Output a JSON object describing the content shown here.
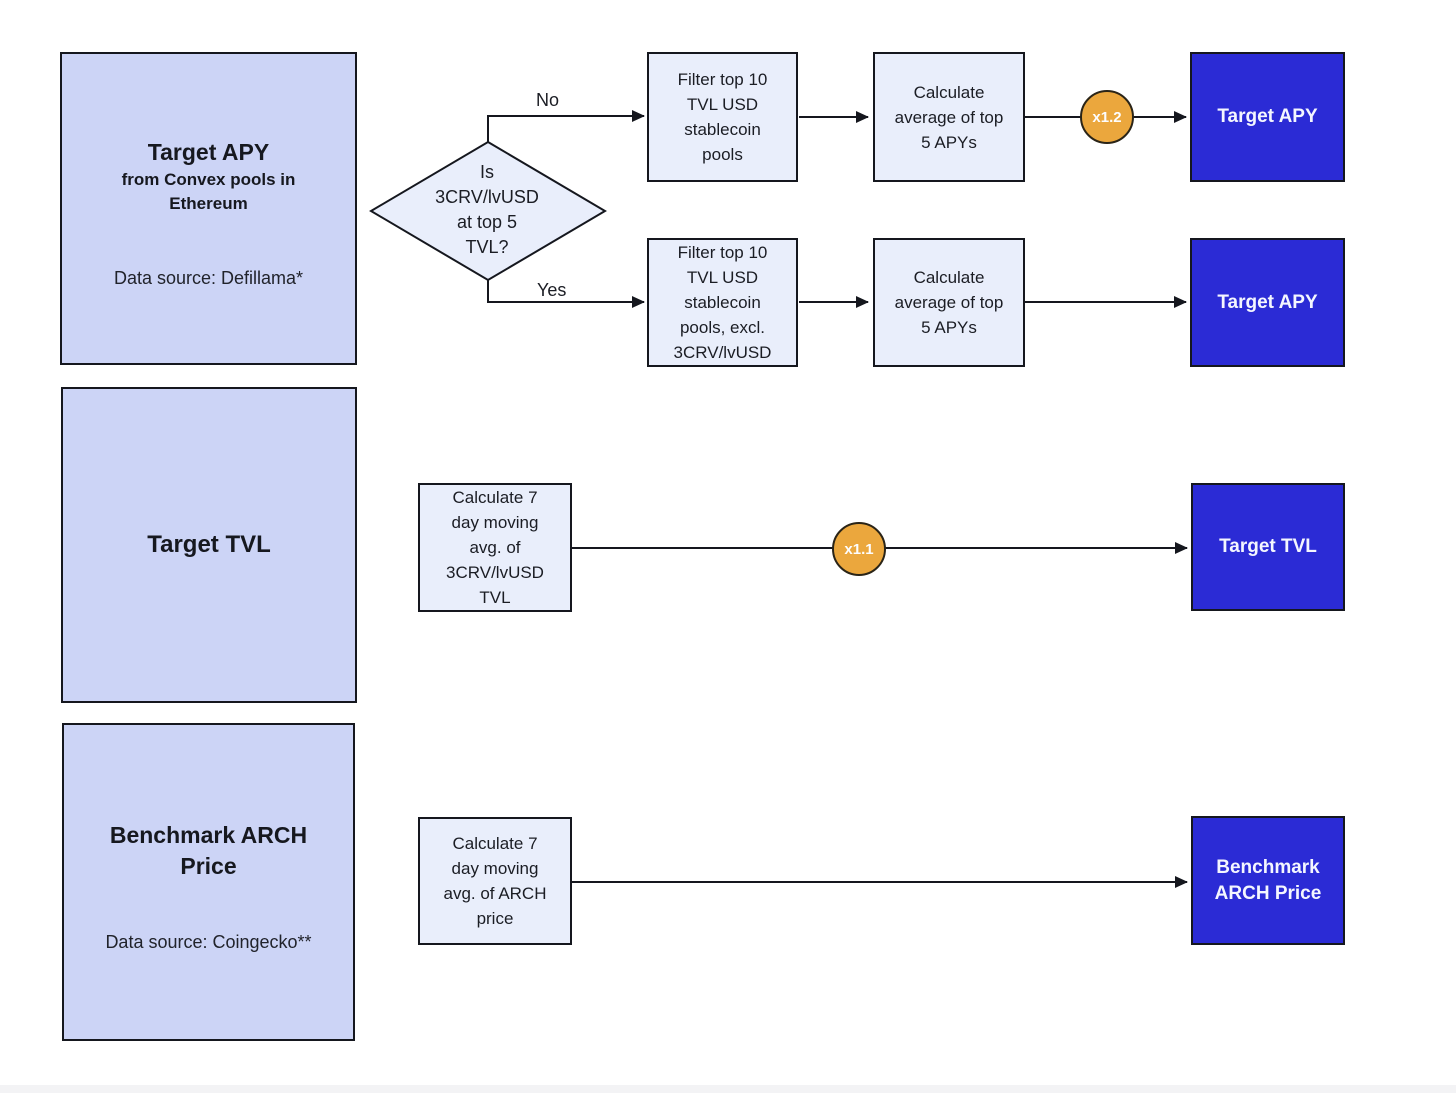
{
  "palette": {
    "source_box_fill": "#ccd4f6",
    "process_box_fill": "#e9eefb",
    "output_box_fill": "#2b2bd5",
    "multiplier_fill": "#eba73d",
    "stroke": "#15171e",
    "background": "#ffffff"
  },
  "sources": {
    "apy": {
      "title": "Target APY",
      "subtitle": "from Convex pools in Ethereum",
      "data_source": "Data source: Defillama*"
    },
    "tvl": {
      "title": "Target TVL"
    },
    "arch": {
      "title": "Benchmark ARCH Price",
      "data_source": "Data source: Coingecko**"
    }
  },
  "decision": {
    "lines": [
      "Is",
      "3CRV/lvUSD",
      "at top 5",
      "TVL?"
    ],
    "no_label": "No",
    "yes_label": "Yes"
  },
  "processes": {
    "filter_top10": "Filter top 10 TVL USD stablecoin pools",
    "avg_top5_no": "Calculate average of top 5 APYs",
    "filter_top10_excl": "Filter top 10 TVL USD stablecoin pools, excl. 3CRV/lvUSD",
    "avg_top5_yes": "Calculate average of top 5 APYs",
    "moving_avg_tvl": "Calculate 7 day moving avg. of 3CRV/lvUSD TVL",
    "moving_avg_arch": "Calculate 7 day moving avg. of ARCH price"
  },
  "multipliers": {
    "apy": "x1.2",
    "tvl": "x1.1"
  },
  "outputs": {
    "apy_no": "Target APY",
    "apy_yes": "Target APY",
    "tvl": "Target TVL",
    "arch": "Benchmark ARCH Price"
  }
}
